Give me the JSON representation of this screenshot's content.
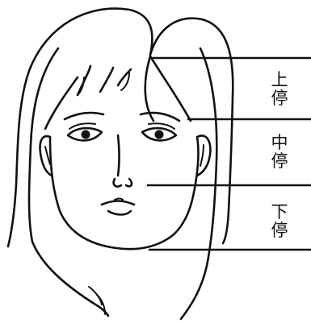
{
  "labels": {
    "upper": "上\n停",
    "middle": "中\n停",
    "lower": "下\n停"
  },
  "colors": {
    "ink": "#111111",
    "background": "#ffffff"
  }
}
